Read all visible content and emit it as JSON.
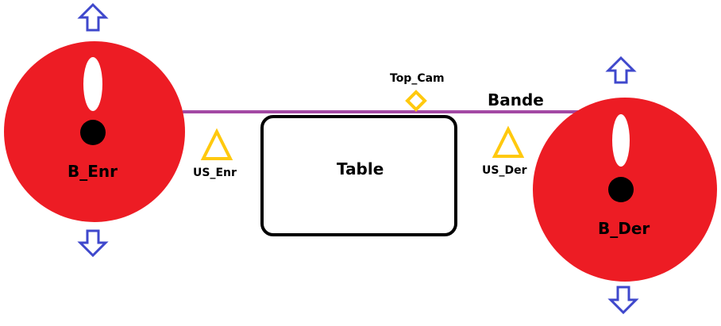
{
  "colors": {
    "roller": "#ed1c24",
    "hole": "#ffffff",
    "hub": "#000000",
    "arrow": "#3f48cc",
    "sensor": "#ffc90e",
    "band": "#a349a4",
    "table_border": "#000000"
  },
  "labels": {
    "left_roller": "B_Enr",
    "right_roller": "B_Der",
    "table": "Table",
    "band": "Bande",
    "top_cam": "Top_Cam",
    "us_left": "US_Enr",
    "us_right": "US_Der"
  },
  "icons": {
    "arrow_up": "arrow-up-icon",
    "arrow_down": "arrow-down-icon",
    "ultrasonic_sensor": "triangle-icon",
    "camera_sensor": "diamond-icon"
  }
}
